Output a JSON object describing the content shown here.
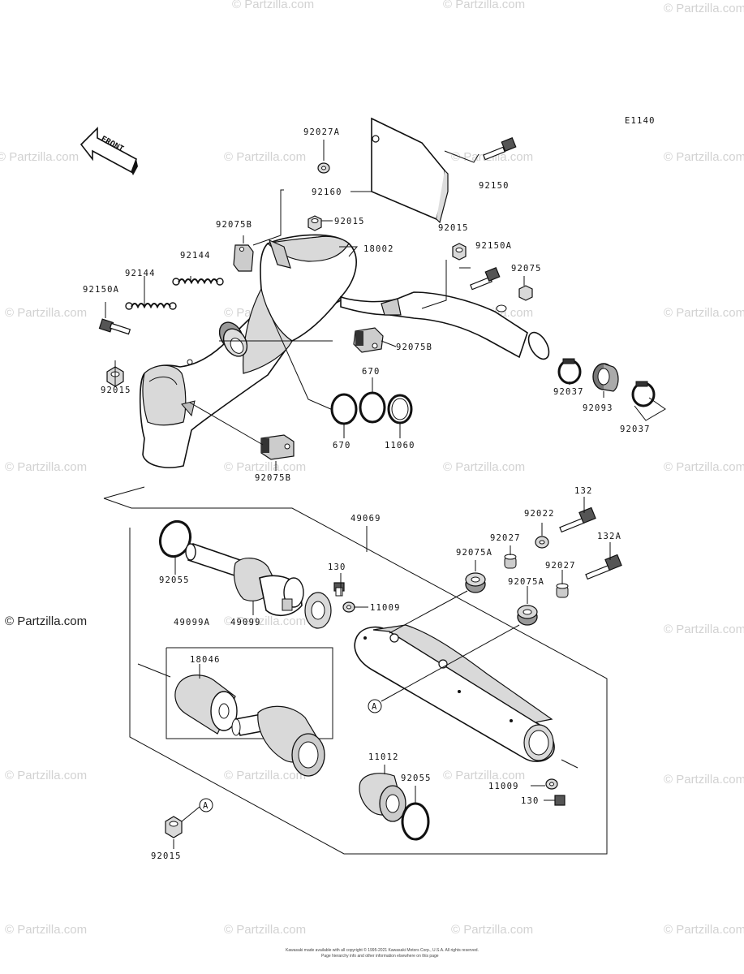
{
  "diagram": {
    "code": "E1140",
    "front_label": "FRONT",
    "footer_line1": "Kawasaki made available with all copyright © 1995-2021 Kawasaki Motors Corp., U.S.A. All rights reserved.",
    "footer_line2": "Page hierarchy info and other information elsewhere on this page"
  },
  "watermarks": {
    "text": "© Partzilla.com",
    "prominent": "© Partzilla.com"
  },
  "callouts": {
    "c92027A": "92027A",
    "c92160": "92160",
    "c92150_top": "92150",
    "c92075B_top": "92075B",
    "c92015_top": "92015",
    "c18002": "18002",
    "c92015_right": "92015",
    "c92150A_right": "92150A",
    "c92075_right": "92075",
    "c92144_a": "92144",
    "c92144_b": "92144",
    "c92150A_left": "92150A",
    "c92015_left": "92015",
    "c92075B_mid": "92075B",
    "c670_top": "670",
    "c670_left": "670",
    "c11060": "11060",
    "c92037_a": "92037",
    "c92093": "92093",
    "c92037_b": "92037",
    "c92075B_low": "92075B",
    "c49069": "49069",
    "c132": "132",
    "c92022": "92022",
    "c132A": "132A",
    "c92027_a": "92027",
    "c92075A_a": "92075A",
    "c92027_b": "92027",
    "c92075A_b": "92075A",
    "c92055_top": "92055",
    "c130_top": "130",
    "c11009_top": "11009",
    "c49099": "49099",
    "c49099A": "49099A",
    "c18046": "18046",
    "ref_A_mid": "A",
    "c11012": "11012",
    "c92055_low": "92055",
    "c11009_low": "11009",
    "c130_low": "130",
    "ref_A_low": "A",
    "c92015_low": "92015"
  }
}
